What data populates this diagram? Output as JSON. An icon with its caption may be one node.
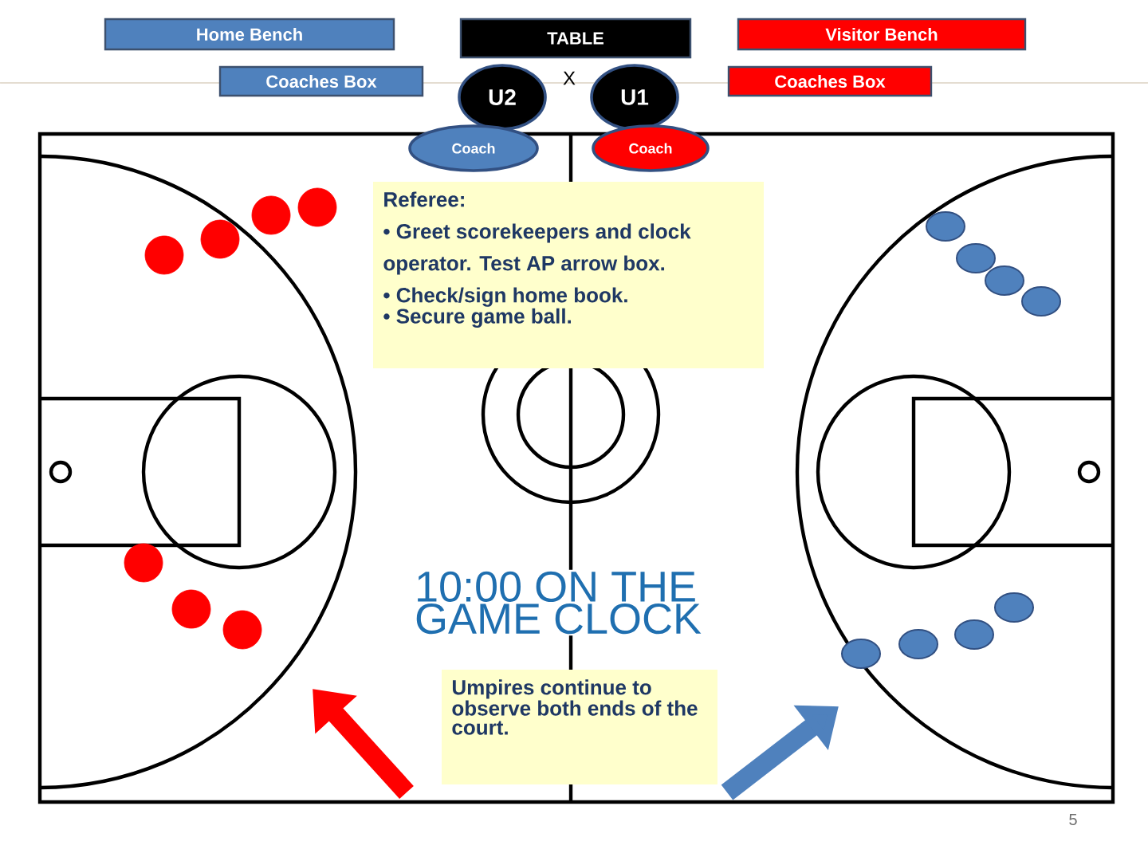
{
  "diagram": {
    "nodes": [
      {
        "text": [
          "Home Bench"
        ]
      },
      {
        "text": [
          "TABLE"
        ]
      },
      {
        "text": [
          "Visitor Bench"
        ]
      },
      {
        "text": [
          "Coaches Box"
        ]
      },
      {
        "text": [
          "U2"
        ]
      },
      {
        "text": [
          "U1"
        ]
      },
      {
        "text": [
          "Coaches Box"
        ]
      },
      {
        "text": [
          "Coach"
        ]
      },
      {
        "text": [
          "Coach"
        ]
      },
      {
        "text": [
          "Referee:",
          "• Greet scorekeepers and clock operator.  Test AP arrow box.",
          "• Check/sign home book.",
          "• Secure game ball."
        ]
      },
      {
        "text": [
          "Umpires continue to observe both ends of the court."
        ]
      }
    ],
    "labels": [
      "X",
      "10:00 ON THE GAME CLOCK",
      "5"
    ]
  }
}
